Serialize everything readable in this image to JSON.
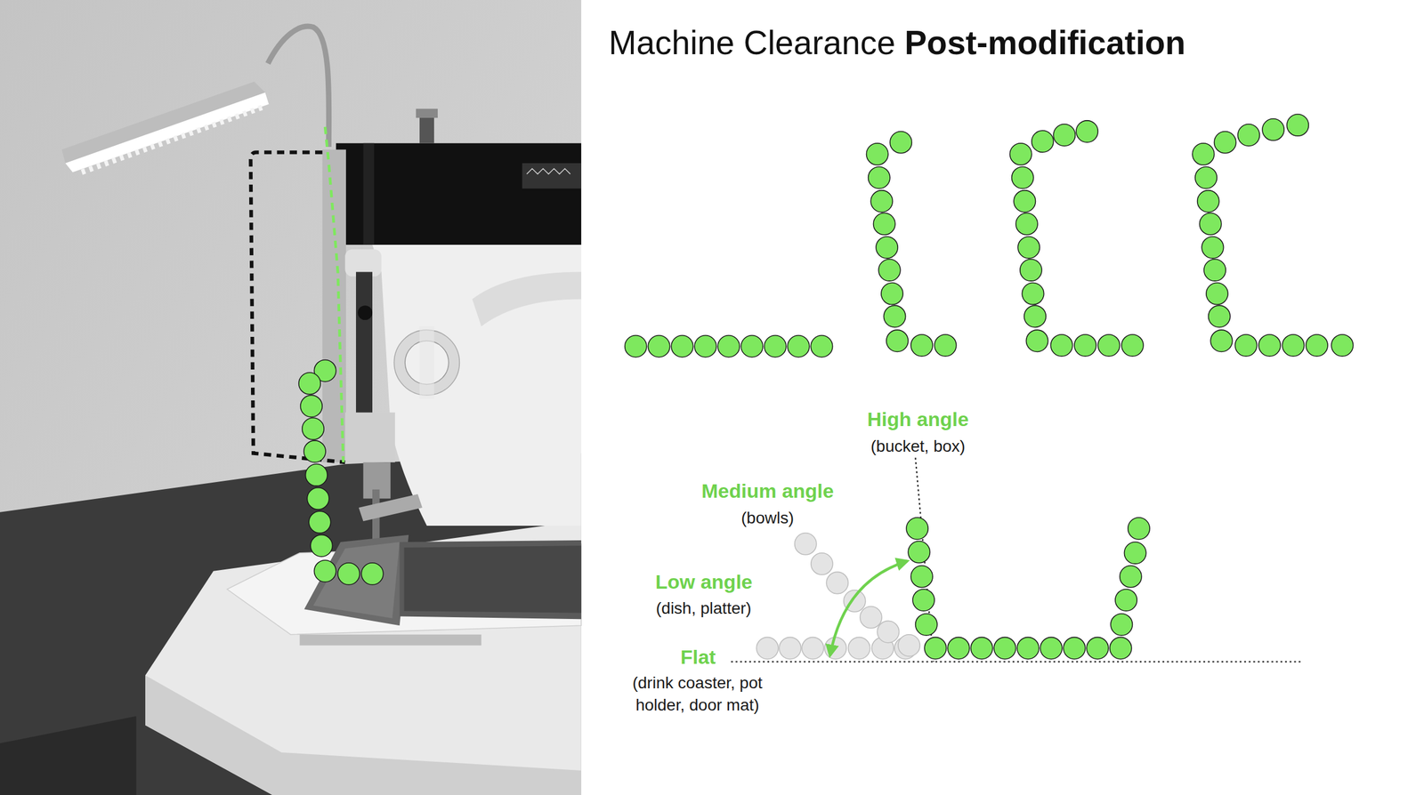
{
  "diagram": {
    "title": "Machine Clearance",
    "labels": [
      "Post-modification",
      "High angle",
      "(bucket, box)",
      "Medium angle",
      "(bowls)",
      "Low angle",
      "(dish, platter)",
      "Flat",
      "(drink coaster, pot holder, door mat)"
    ]
  }
}
